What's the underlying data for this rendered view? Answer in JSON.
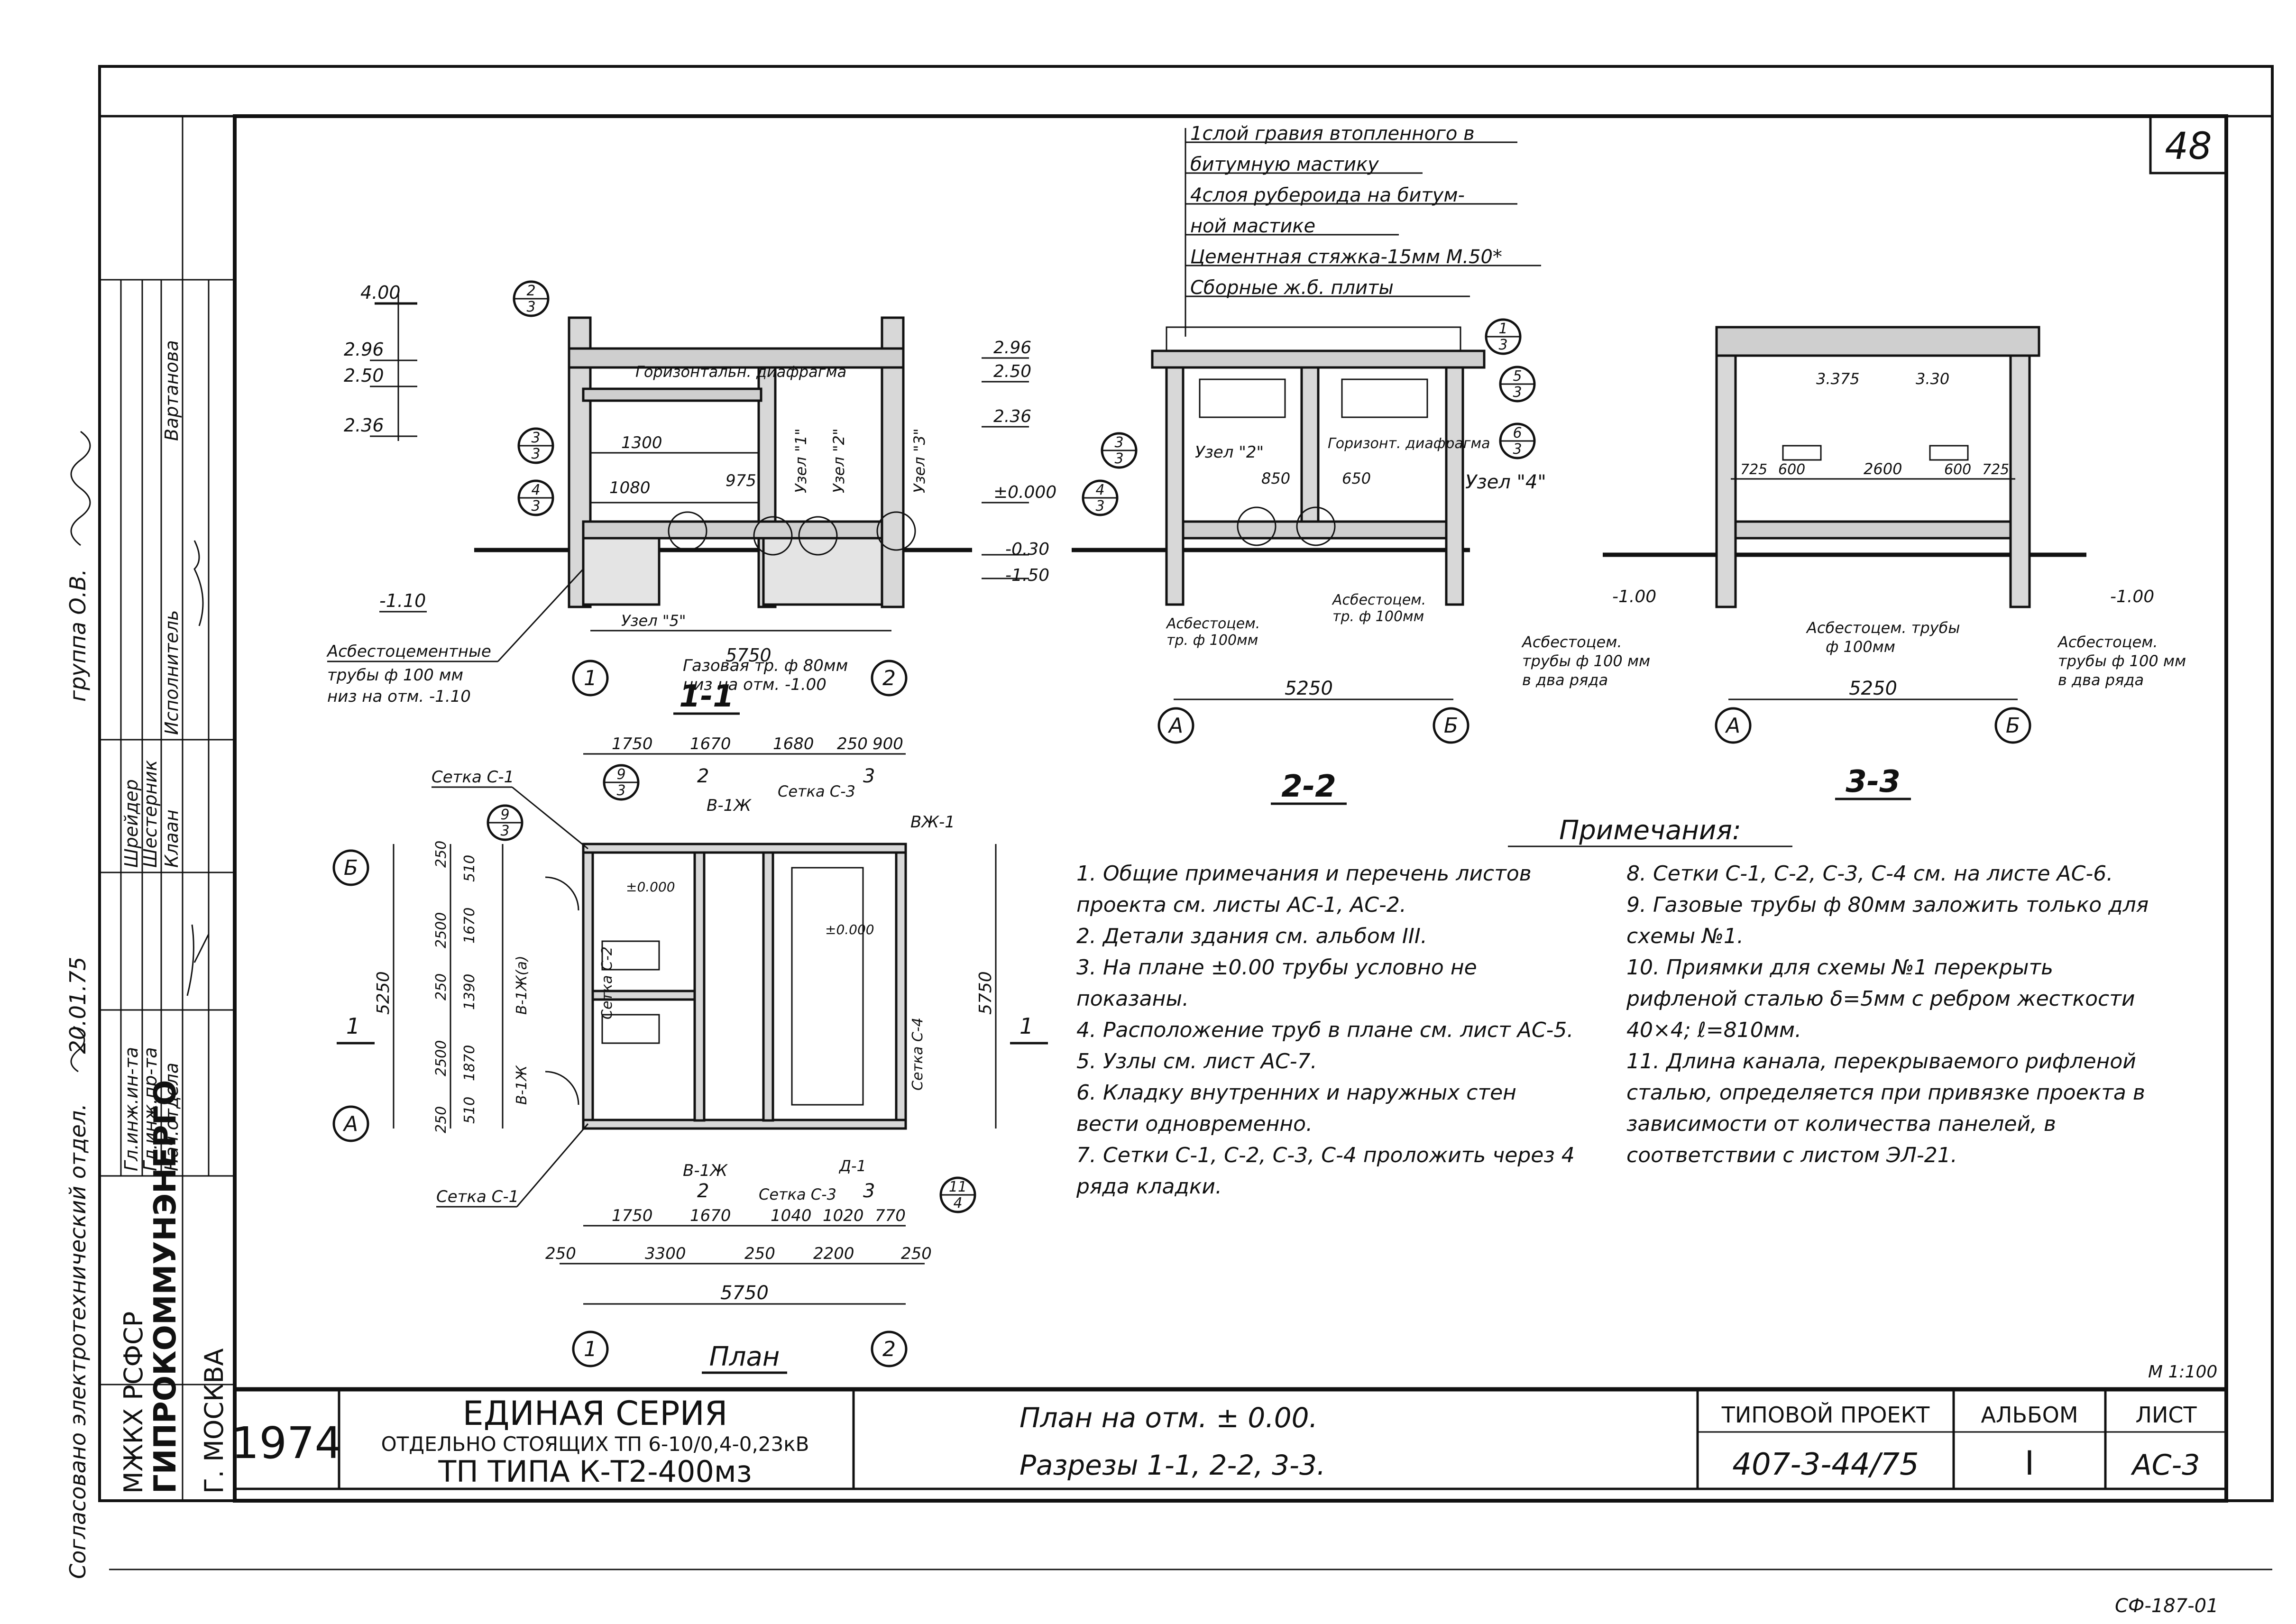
{
  "sheet_number": "48",
  "left_margin": {
    "signature_caption": "Согласовано электротехнический отдел. ",
    "signature_date": "20.01.75",
    "group_note": "группа О.В. "
  },
  "side_stamp": {
    "org": [
      "МЖКХ РСФСР",
      "ГИПРОКОММУНЭНЕРГО",
      "Г. МОСКВА"
    ],
    "rows": [
      {
        "role": "Гл.инж.ин-та",
        "name": "Шрейдер"
      },
      {
        "role": "Гл.инж.пр-та",
        "name": "Шестерник"
      },
      {
        "role": "Нач.отдела",
        "name": "Клаан"
      },
      {
        "role": "Исполнитель",
        "name": "Вартанова"
      }
    ]
  },
  "roof_layers": [
    "1слой гравия втопленного в",
    "битумную мастику",
    "4слоя рубероида на битум-",
    "ной мастике",
    "Цементная стяжка-15мм М.50*",
    "Сборные ж.б. плиты"
  ],
  "section_1_1": {
    "title": "1-1",
    "levels": [
      "4.00",
      "2.96",
      "2.50",
      "2.36",
      "-1.10"
    ],
    "labels": [
      "Горизонтальн. диафрагма",
      "Узел \"1\"",
      "Узел \"2\"",
      "Узел \"3\"",
      "Узел \"5\""
    ],
    "dims": [
      "1300",
      "1080",
      "975",
      "5750"
    ],
    "notes": [
      "Асбестоцементные",
      "трубы ф 100 мм",
      "низ на отм. -1.10",
      "Газовая тр. ф 80мм",
      "низ на отм. -1.00"
    ],
    "axes": [
      "1",
      "2"
    ],
    "marks": [
      {
        "num": "2",
        "sheet": "3"
      },
      {
        "num": "3",
        "sheet": "3"
      },
      {
        "num": "4",
        "sheet": "3"
      }
    ]
  },
  "section_2_2": {
    "title": "2-2",
    "levels": [
      "2.96",
      "2.50",
      "2.36",
      "±0.000",
      "-0.30",
      "-1.50"
    ],
    "labels": [
      "Узел \"2\"",
      "Горизонт. диафрагма",
      "Узел \"4\""
    ],
    "dims": [
      "850",
      "650",
      "5250"
    ],
    "notes": [
      "Асбестоцем.",
      "тр. ф 100мм",
      "Асбестоцем.",
      "тр. ф 100мм"
    ],
    "axes": [
      "А",
      "Б"
    ],
    "marks": [
      {
        "num": "1",
        "sheet": "3"
      },
      {
        "num": "5",
        "sheet": "3"
      },
      {
        "num": "6",
        "sheet": "3"
      },
      {
        "num": "3",
        "sheet": "3"
      },
      {
        "num": "4",
        "sheet": "3"
      }
    ]
  },
  "section_3_3": {
    "title": "3-3",
    "levels": [
      "3.375",
      "3.30",
      "-1.00",
      "-1.00"
    ],
    "dims": [
      "725",
      "600",
      "2600",
      "600",
      "725",
      "5250"
    ],
    "notes": [
      "Асбестоцем.",
      "трубы ф 100 мм",
      "в два ряда",
      "Асбестоцем. трубы",
      "ф 100мм",
      "Асбестоцем.",
      "трубы ф 100 мм",
      "в два ряда"
    ],
    "axes": [
      "А",
      "Б"
    ]
  },
  "plan": {
    "title": "План",
    "top_dims": [
      "1750",
      "1670",
      "1680",
      "250",
      "900"
    ],
    "bottom_dims": [
      "1750",
      "1670",
      "1040",
      "1020",
      "770"
    ],
    "bottom_dims2": [
      "250",
      "3300",
      "250",
      "2200",
      "250"
    ],
    "total": "5750",
    "left_total": "5250",
    "right_total": "5750",
    "left_dims": [
      "250",
      "2500",
      "250",
      "2500",
      "250"
    ],
    "inner_left": [
      "510",
      "1670",
      "1390",
      "1870",
      "510"
    ],
    "labels": [
      "Сетка С-1",
      "Сетка С-1",
      "Сетка С-3",
      "Сетка С-3",
      "Сетка С-2",
      "Сетка С-4",
      "В-1Ж",
      "В-1Ж",
      "ВЖ-1",
      "В-1Ж(а)",
      "В-1Ж",
      "Д-1",
      "±0.000",
      "±0.000"
    ],
    "axes_h": [
      "1",
      "2"
    ],
    "axes_v": [
      "Б",
      "А"
    ],
    "cut_marks": [
      "2",
      "2",
      "3",
      "3",
      "1",
      "1"
    ],
    "marks": [
      {
        "num": "9",
        "sheet": "3"
      },
      {
        "num": "9",
        "sheet": "3"
      },
      {
        "num": "11",
        "sheet": "4"
      }
    ]
  },
  "notes": {
    "heading": "Примечания:",
    "items_left": [
      "1. Общие примечания и перечень листов проекта см. листы АС-1, АС-2.",
      "2. Детали здания см. альбом III.",
      "3. На плане ±0.00 трубы условно не показаны.",
      "4. Расположение труб в плане см. лист АС-5.",
      "5. Узлы см. лист АС-7.",
      "6. Кладку внутренних и наружных стен вести одновременно.",
      "7. Сетки С-1, С-2, С-3, С-4 проложить через 4 ряда кладки."
    ],
    "items_right": [
      "8. Сетки С-1, С-2, С-3, С-4 см. на листе АС-6.",
      "9. Газовые трубы ф 80мм заложить только для схемы №1.",
      "10. Приямки для схемы №1 перекрыть рифленой сталью δ=5мм с ребром жесткости 40×4; ℓ=810мм.",
      "11. Длина канала, перекрываемого рифленой сталью, определяется при привязке проекта в зависимости от количества панелей, в соответствии с листом ЭЛ-21."
    ]
  },
  "scale": "М 1:100",
  "title_block": {
    "year": "1974",
    "series_title": "ЕДИНАЯ СЕРИЯ",
    "series_sub": "ОТДЕЛЬНО СТОЯЩИХ ТП 6-10/0,4-0,23кВ",
    "tp_type": "ТП ТИПА К-Т2-400мз",
    "drawing_title_1": "План на отм. ± 0.00.",
    "drawing_title_2": "Разрезы 1-1, 2-2, 3-3.",
    "project_label": "ТИПОВОЙ ПРОЕКТ",
    "project_value": "407-3-44/75",
    "album_label": "АЛЬБОМ",
    "album_value": "I",
    "sheet_label": "ЛИСТ",
    "sheet_value": "АС-3"
  },
  "footer_code": "СФ-187-01"
}
